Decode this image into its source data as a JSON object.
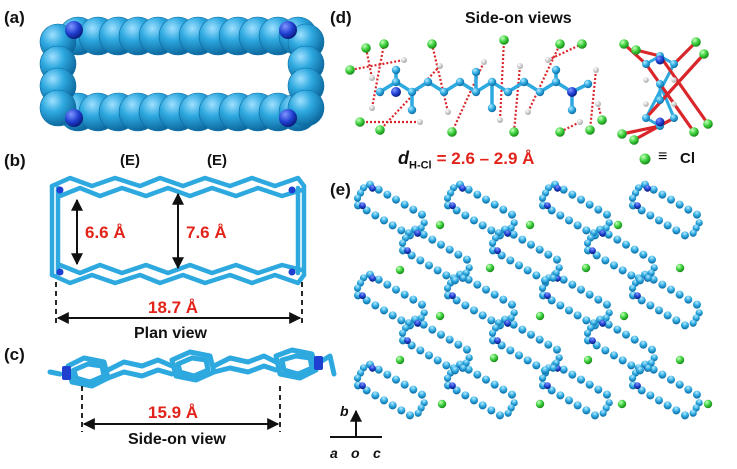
{
  "panels": {
    "a": "(a)",
    "b": "(b)",
    "c": "(c)",
    "d": "(d)",
    "e": "(e)"
  },
  "panel_b": {
    "isomer_left": "(E)",
    "isomer_right": "(E)",
    "dist_small": "6.6 Å",
    "dist_large": "7.6 Å",
    "dist_length": "18.7 Å",
    "caption": "Plan view"
  },
  "panel_c": {
    "dist": "15.9 Å",
    "caption": "Side-on view"
  },
  "panel_d": {
    "title": "Side-on views",
    "d_symbol": "d",
    "d_subscript": "H-Cl",
    "d_value": "= 2.6 – 2.9 Å",
    "legend_symbol": "≡",
    "legend_label": "Cl"
  },
  "panel_e": {
    "axis_b": "b",
    "axis_a": "a",
    "axis_o": "o",
    "axis_c": "c"
  },
  "colors": {
    "framework": "#2ea9e0",
    "framework_dark": "#1780b8",
    "nitrogen": "#1f3fd1",
    "chloride": "#3ed13e",
    "hbond": "#d9262b",
    "label_red": "#e2231a"
  }
}
